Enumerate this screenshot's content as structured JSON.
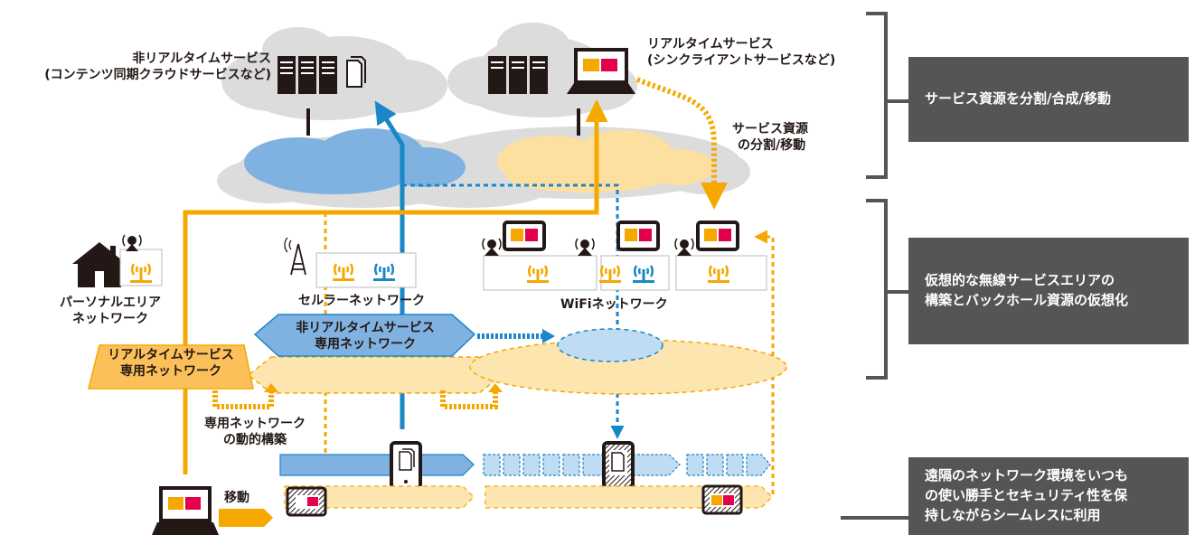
{
  "labels": {
    "non_realtime_service": "非リアルタイムサービス",
    "non_realtime_service_sub": "(コンテンツ同期クラウドサービスなど)",
    "realtime_service": "リアルタイムサービス",
    "realtime_service_sub": "(シンクライアントサービスなど)",
    "service_split_1": "サービス資源",
    "service_split_2": "の分割/移動",
    "personal_area_1": "パーソナルエリア",
    "personal_area_2": "ネットワーク",
    "cellular": "セルラーネットワーク",
    "wifi": "WiFiネットワーク",
    "non_rt_net_1": "非リアルタイムサービス",
    "non_rt_net_2": "専用ネットワーク",
    "rt_net_1": "リアルタイムサービス",
    "rt_net_2": "専用ネットワーク",
    "dynamic_build_1": "専用ネットワーク",
    "dynamic_build_2": "の動的構築",
    "move": "移動"
  },
  "side_boxes": [
    {
      "text": "サービス資源を分割/合成/移動"
    },
    {
      "text_1": "仮想的な無線サービスエリアの",
      "text_2": "構築とバックホール資源の仮想化"
    },
    {
      "text_1": "遠隔のネットワーク環境をいつも",
      "text_2": "の使い勝手とセキュリティ性を保",
      "text_3": "持しながらシームレスに利用"
    }
  ],
  "colors": {
    "orange": "#f5a800",
    "orange_light": "#fde5b0",
    "blue": "#1a87c9",
    "blue_fill": "#7fb2e0",
    "blue_light": "#bfdcf3",
    "red": "#e5004f",
    "gray_cloud": "#dcdcdc",
    "dark_box": "#555555"
  }
}
